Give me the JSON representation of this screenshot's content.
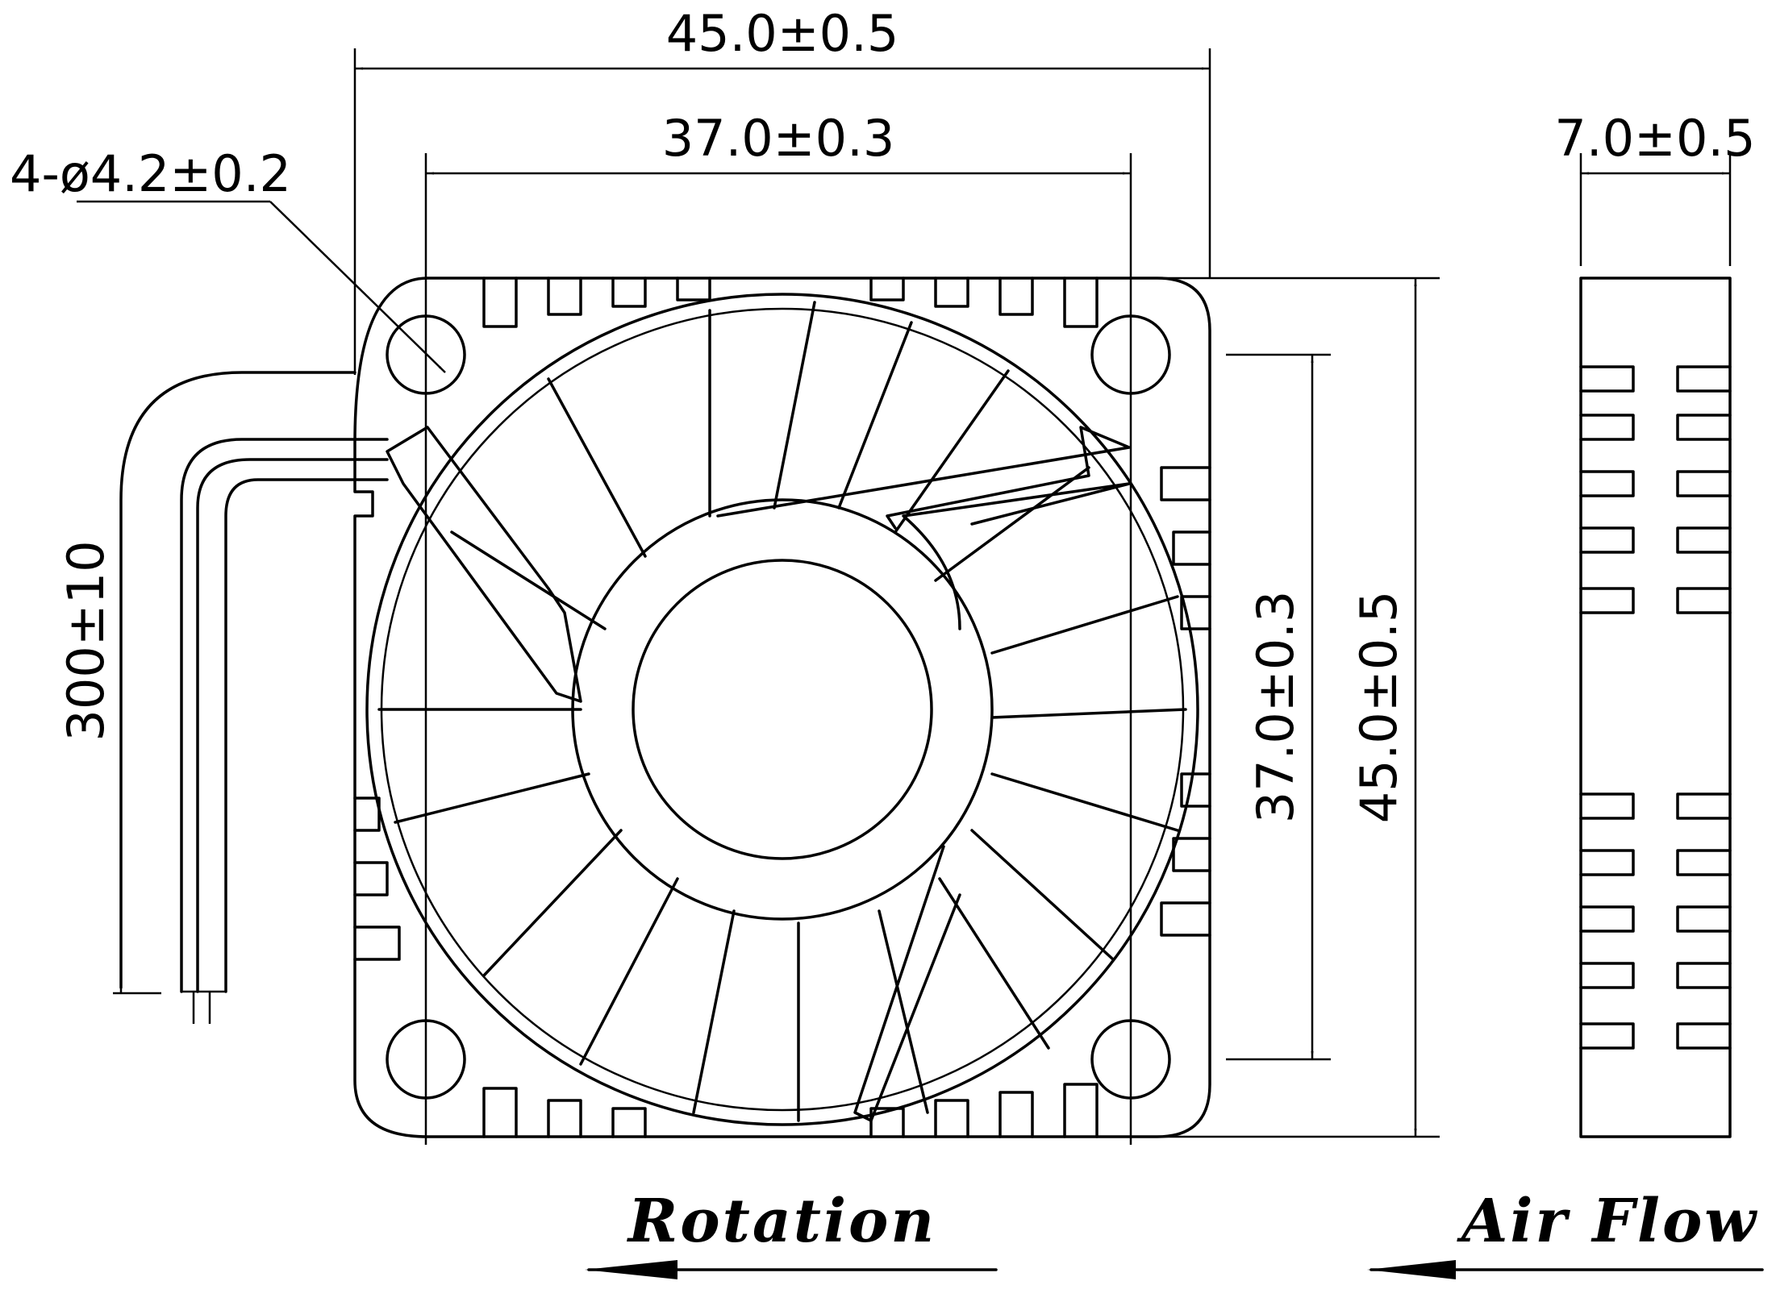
{
  "dimensions": {
    "overall_width": "45.0±0.5",
    "hole_spacing_width": "37.0±0.3",
    "mounting_holes": "4-ø4.2±0.2",
    "cable_length": "300±10",
    "hole_spacing_height": "37.0±0.3",
    "overall_height": "45.0±0.5",
    "thickness": "7.0±0.5"
  },
  "labels": {
    "rotation": "Rotation",
    "air_flow": "Air Flow"
  },
  "colors": {
    "line": "#000000",
    "background": "#ffffff"
  }
}
